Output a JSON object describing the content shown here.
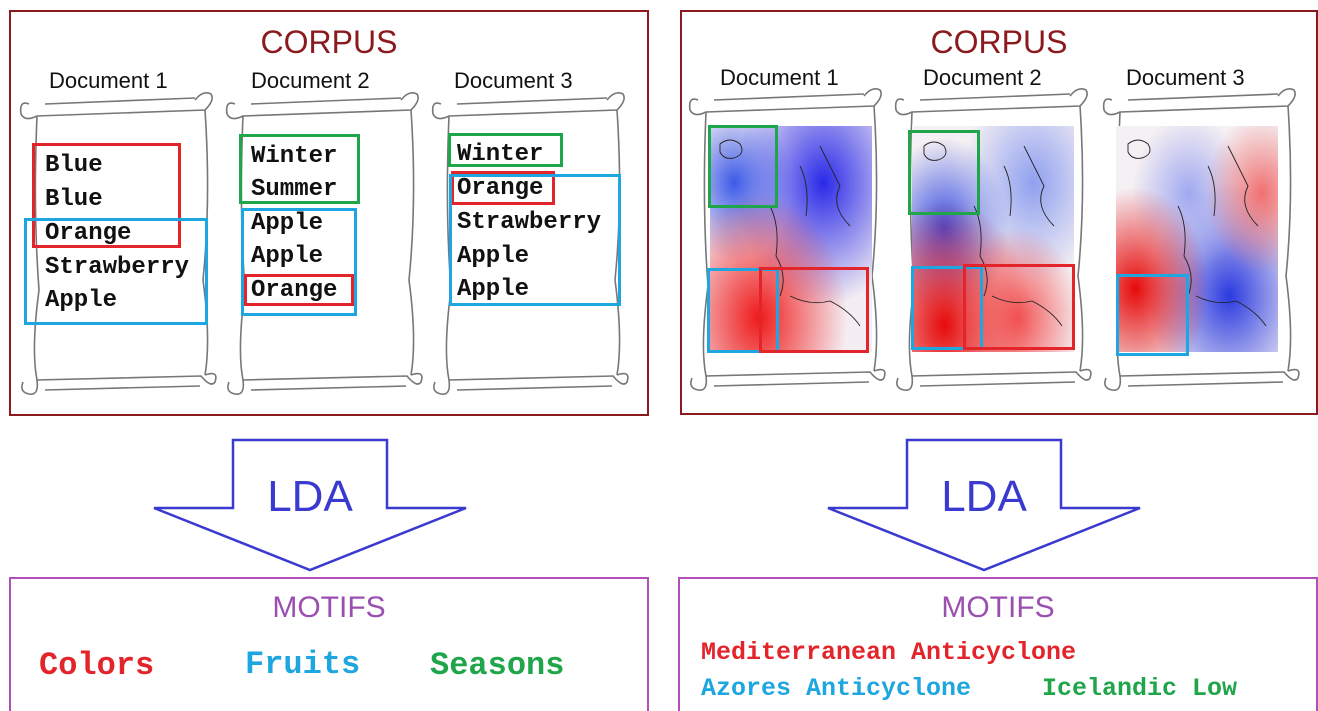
{
  "left": {
    "corpus_title": "CORPUS",
    "documents": [
      {
        "label": "Document 1",
        "words": [
          "Blue",
          "Blue",
          "Orange",
          "Strawberry",
          "Apple"
        ]
      },
      {
        "label": "Document 2",
        "words": [
          "Winter",
          "Summer",
          "Apple",
          "Apple",
          "Orange"
        ]
      },
      {
        "label": "Document 3",
        "words": [
          "Winter",
          "Orange",
          "Strawberry",
          "Apple",
          "Apple"
        ]
      }
    ],
    "lda_label": "LDA",
    "motifs_title": "MOTIFS",
    "motifs": [
      {
        "label": "Colors",
        "color": "#e3242b"
      },
      {
        "label": "Fruits",
        "color": "#1ea6e0"
      },
      {
        "label": "Seasons",
        "color": "#1fa64a"
      }
    ]
  },
  "right": {
    "corpus_title": "CORPUS",
    "documents": [
      {
        "label": "Document 1"
      },
      {
        "label": "Document 2"
      },
      {
        "label": "Document 3"
      }
    ],
    "lda_label": "LDA",
    "motifs_title": "MOTIFS",
    "motifs": [
      {
        "label": "Mediterranean Anticyclone",
        "color": "#e3242b"
      },
      {
        "label": "Azores Anticyclone",
        "color": "#1ea6e0"
      },
      {
        "label": "Icelandic Low",
        "color": "#1fa64a"
      }
    ]
  },
  "colors": {
    "corpus_border": "#8b1a1f",
    "motifs_border": "#b04fb8",
    "arrow": "#3a3ad0",
    "red": "#e3242b",
    "blue": "#1ea6e0",
    "green": "#1fa64a"
  }
}
